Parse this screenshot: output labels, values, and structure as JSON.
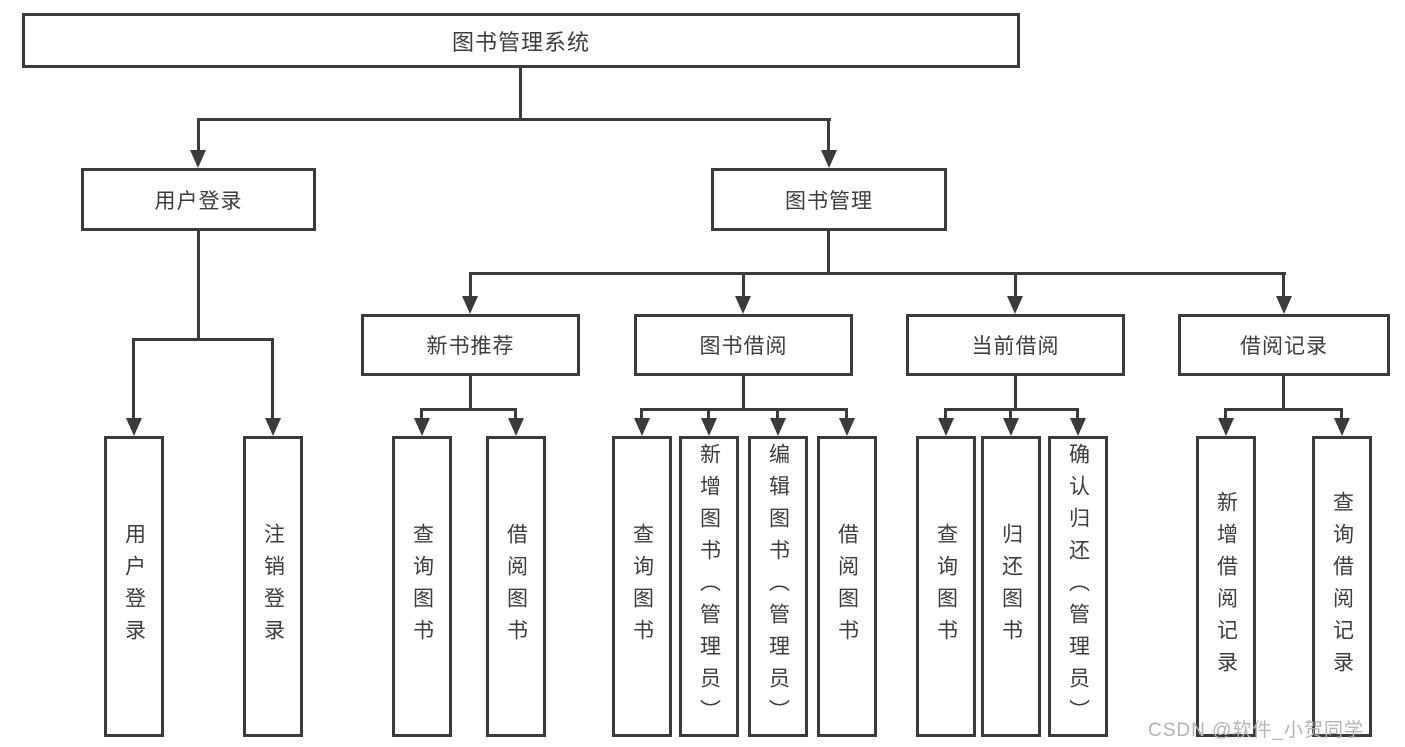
{
  "nodes": {
    "root": {
      "label": "图书管理系统"
    },
    "user": {
      "label": "用户登录",
      "children": [
        {
          "label": "用户登录"
        },
        {
          "label": "注销登录"
        }
      ]
    },
    "book": {
      "label": "图书管理",
      "children": [
        {
          "label": "新书推荐",
          "children": [
            {
              "label": "查询图书"
            },
            {
              "label": "借阅图书"
            }
          ]
        },
        {
          "label": "图书借阅",
          "children": [
            {
              "label": "查询图书"
            },
            {
              "label": "新增图书（管理员）"
            },
            {
              "label": "编辑图书（管理员）"
            },
            {
              "label": "借阅图书"
            }
          ]
        },
        {
          "label": "当前借阅",
          "children": [
            {
              "label": "查询图书"
            },
            {
              "label": "归还图书"
            },
            {
              "label": "确认归还（管理员）"
            }
          ]
        },
        {
          "label": "借阅记录",
          "children": [
            {
              "label": "新增借阅记录"
            },
            {
              "label": "查询借阅记录"
            }
          ]
        }
      ]
    }
  },
  "watermark": {
    "text": "CSDN @软件_小贺同学"
  },
  "colors": {
    "line": "#3b3b3b",
    "text": "#3d3d3d",
    "watermark": "#b1b4b8",
    "background": "#ffffff"
  }
}
